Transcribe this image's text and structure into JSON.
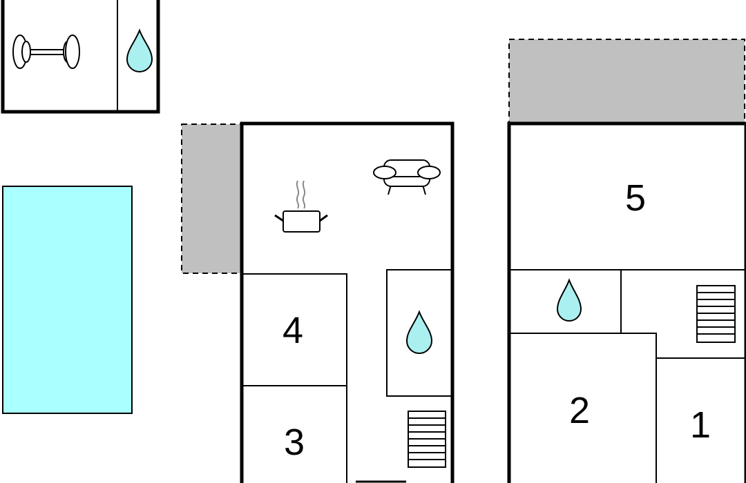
{
  "floor_plan": {
    "colors": {
      "wall": "#000000",
      "background": "#ffffff",
      "terrace": "#c0c0c0",
      "pool": "#aaffff",
      "water": "#aaf0f0"
    },
    "rooms": [
      {
        "label": "5"
      },
      {
        "label": "4"
      },
      {
        "label": "3"
      },
      {
        "label": "2"
      },
      {
        "label": "1"
      }
    ],
    "icons": [
      "dumbbell-icon",
      "water-drop-icon",
      "cooking-pot-icon",
      "sofa-icon",
      "stairs-icon"
    ]
  }
}
